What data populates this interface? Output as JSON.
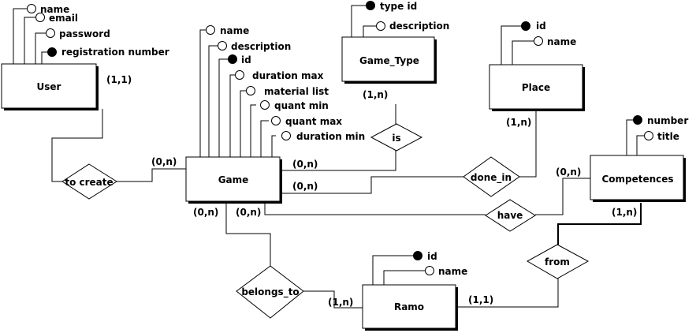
{
  "entities": {
    "user": {
      "label": "User"
    },
    "game": {
      "label": "Game"
    },
    "game_type": {
      "label": "Game_Type"
    },
    "place": {
      "label": "Place"
    },
    "competences": {
      "label": "Competences"
    },
    "ramo": {
      "label": "Ramo"
    }
  },
  "relationships": {
    "to_create": {
      "label": "to create"
    },
    "is": {
      "label": "is"
    },
    "done_in": {
      "label": "done_in"
    },
    "have": {
      "label": "have"
    },
    "belongs_to": {
      "label": "belongs_to"
    },
    "from": {
      "label": "from"
    }
  },
  "attributes": {
    "user": [
      {
        "label": "name",
        "key": false
      },
      {
        "label": "email",
        "key": false
      },
      {
        "label": "password",
        "key": false
      },
      {
        "label": "registration number",
        "key": true
      }
    ],
    "game": [
      {
        "label": "name",
        "key": false
      },
      {
        "label": "description",
        "key": false
      },
      {
        "label": "id",
        "key": true
      },
      {
        "label": "duration max",
        "key": false
      },
      {
        "label": "material list",
        "key": false
      },
      {
        "label": "quant min",
        "key": false
      },
      {
        "label": "quant max",
        "key": false
      },
      {
        "label": "duration min",
        "key": false
      }
    ],
    "game_type": [
      {
        "label": "type id",
        "key": true
      },
      {
        "label": "description",
        "key": false
      }
    ],
    "place": [
      {
        "label": "id",
        "key": true
      },
      {
        "label": "name",
        "key": false
      }
    ],
    "competences": [
      {
        "label": "number",
        "key": true
      },
      {
        "label": "title",
        "key": false
      }
    ],
    "ramo": [
      {
        "label": "id",
        "key": true
      },
      {
        "label": "name",
        "key": false
      }
    ]
  },
  "cardinalities": {
    "user_to_create": "(1,1)",
    "game_to_create": "(0,n)",
    "game_is": "(0,n)",
    "game_type_is": "(1,n)",
    "game_done_in": "(0,n)",
    "place_done_in": "(1,n)",
    "game_belongs_to": "(0,n)",
    "game_have": "(0,n)",
    "competences_have": "(0,n)",
    "competences_from": "(1,n)",
    "ramo_belongs_to": "(1,n)",
    "ramo_from": "(1,1)"
  }
}
